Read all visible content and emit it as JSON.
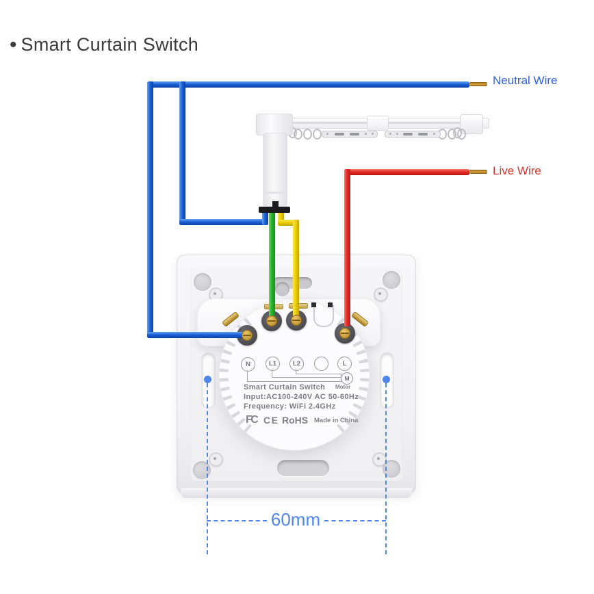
{
  "title": {
    "bullet": "•",
    "text": "Smart Curtain Switch"
  },
  "wire_labels": {
    "neutral": "Neutral Wire",
    "live": "Live Wire"
  },
  "module": {
    "terminals": [
      "N",
      "L1",
      "L2",
      "",
      "L"
    ],
    "motor_terminal": "M",
    "motor_label": "Motor",
    "name": "Smart Curtain Switch",
    "input": "Input:AC100-240V AC 50-60Hz",
    "frequency": "Frequency: WiFi 2.4GHz",
    "cert_fcc": "FC",
    "cert_ce": "CE",
    "cert_rohs": "RoHS",
    "made_in": "Made in China"
  },
  "dimension": {
    "value": "60mm"
  },
  "colors": {
    "wire-neutral": "#1b63d8",
    "wire-live": "#e62d26",
    "wire-green": "#27b32c",
    "wire-yellow": "#eed005",
    "copper": "#c9882b",
    "label-neutral": "#2e5fd8",
    "label-live": "#e0342c",
    "dimension-blue": "#4f86e8",
    "plate": "#f2f2f5",
    "module-text": "#7d7d82"
  }
}
